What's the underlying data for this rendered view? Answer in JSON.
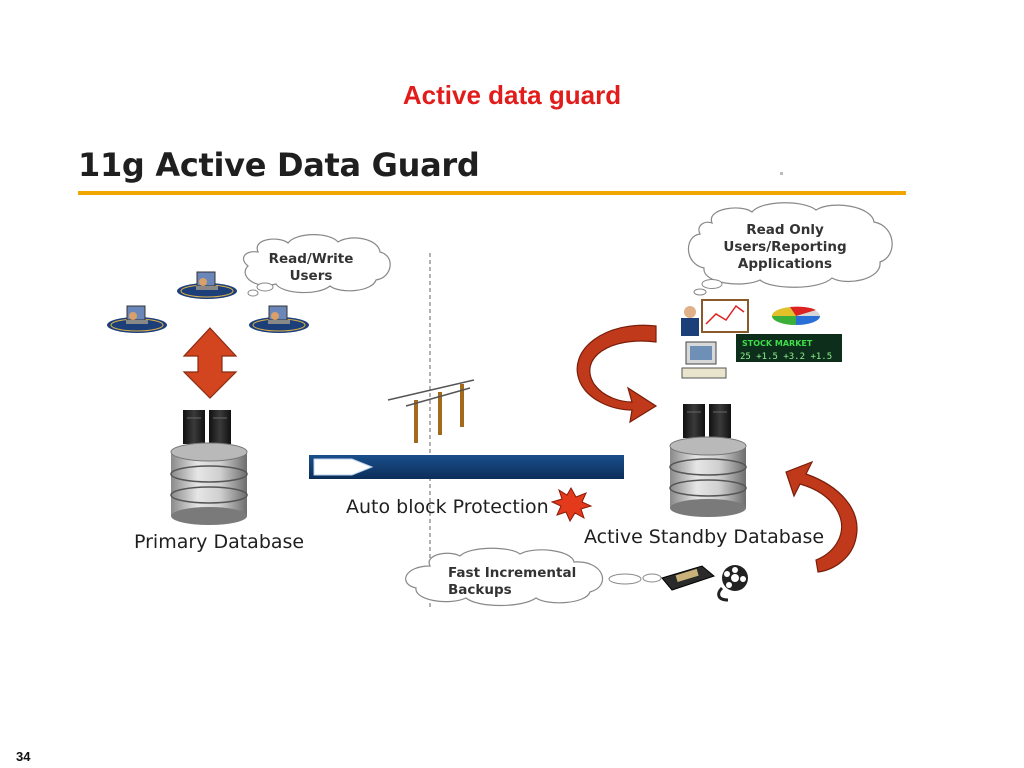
{
  "slide": {
    "title": "Active data guard",
    "header": "11g Active Data Guard",
    "page_number": "34"
  },
  "colors": {
    "title_red": "#e21b1b",
    "header_rule": "#f0a500",
    "arrow_red": "#c0391b",
    "protection_bar": "#0e3e74"
  },
  "clouds": {
    "read_write": [
      "Read/Write",
      "Users"
    ],
    "read_only": [
      "Read Only",
      "Users/Reporting",
      "Applications"
    ],
    "backups": [
      "Fast Incremental",
      "Backups"
    ]
  },
  "labels": {
    "primary_db": "Primary Database",
    "protection": "Auto block Protection",
    "standby_db": "Active Standby Database"
  },
  "icons": [
    "user-workstation-icon",
    "server-icon",
    "database-icon",
    "utility-pole-icon",
    "presenter-icon",
    "pie-chart-icon",
    "stock-ticker-icon",
    "computer-icon",
    "tape-icon",
    "film-reel-icon",
    "starburst-icon"
  ],
  "stock_ticker": {
    "heading": "STOCK MARKET",
    "values": "25 +1.5 +3.2 +1.5"
  }
}
